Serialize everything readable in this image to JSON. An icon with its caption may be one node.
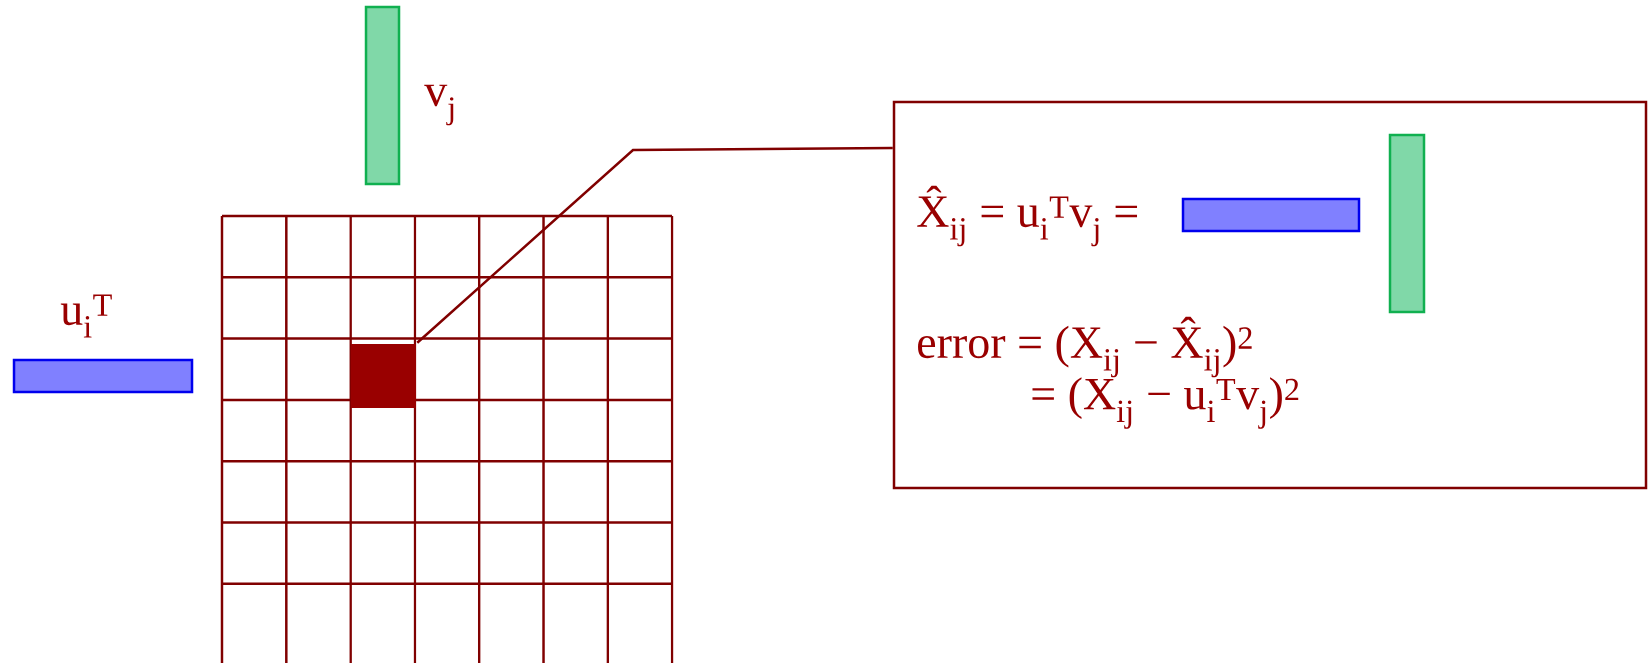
{
  "diagram": {
    "nodes": [
      {
        "text": [],
        "shape": "bar",
        "beside": [
          "v$_{j}$"
        ]
      },
      {
        "text": [],
        "shape": "bar",
        "beside": [
          "u$_{i}$$^{T}$"
        ]
      },
      {
        "text": [],
        "shape": "box"
      },
      {
        "text": [
          "X̂$_{ij}$ = u$_{i}$$^{T}$v$_{j}$ =",
          "error = (X$_{ij}$ − X̂$_{ij}$)$^{2}$",
          "= (X$_{ij}$ − u$_{i}$$^{T}$v$_{j}$)$^{2}$"
        ]
      },
      {
        "text": [],
        "shape": "bar",
        "in": 3
      },
      {
        "text": [],
        "shape": "bar",
        "in": 3
      }
    ],
    "edges": [
      {
        "from": 3,
        "to": 2,
        "arrow": "none"
      }
    ]
  }
}
